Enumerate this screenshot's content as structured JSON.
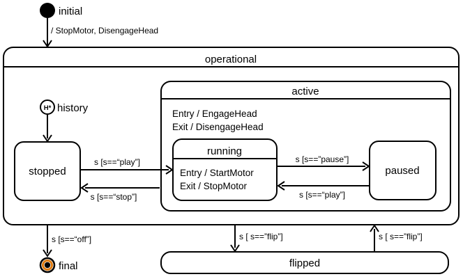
{
  "pseudostates": {
    "initial": {
      "label": "initial"
    },
    "history": {
      "symbol": "H*",
      "label": "history"
    },
    "final": {
      "label": "final"
    }
  },
  "states": {
    "operational": {
      "title": "operational"
    },
    "active": {
      "title": "active",
      "entry": "Entry / EngageHead",
      "exit": "Exit / DisengageHead"
    },
    "running": {
      "title": "running",
      "entry": "Entry / StartMotor",
      "exit": "Exit / StopMotor"
    },
    "stopped": {
      "title": "stopped"
    },
    "paused": {
      "title": "paused"
    },
    "flipped": {
      "title": "flipped"
    }
  },
  "transitions": {
    "initial_effect": {
      "label": "/ StopMotor, DisengageHead"
    },
    "play": {
      "label": "s [s==“play”]"
    },
    "stop": {
      "label": "s [s==“stop”]"
    },
    "pause": {
      "label": "s [s==”pause”]"
    },
    "play_back": {
      "label": "s [s==“play”]"
    },
    "off": {
      "label": "s [s==“off”]"
    },
    "flip_down": {
      "label": "s [ s==”flip”]"
    },
    "flip_up": {
      "label": "s [ s==”flip”]"
    }
  },
  "colors": {
    "line": "#000000",
    "final_ring": "#E07B10",
    "background": "#FFFFFF"
  }
}
